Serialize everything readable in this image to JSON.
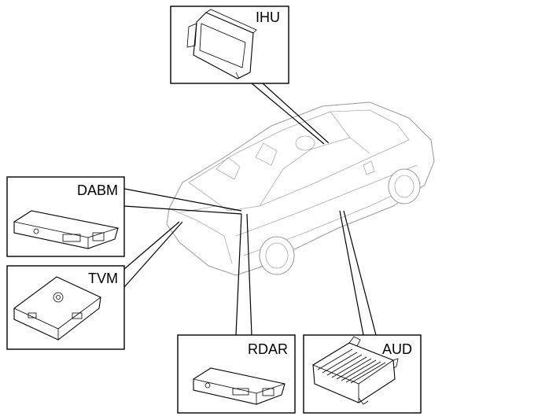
{
  "callouts": {
    "ihu": {
      "label": "IHU"
    },
    "dabm": {
      "label": "DABM"
    },
    "tvm": {
      "label": "TVM"
    },
    "rdar": {
      "label": "RDAR"
    },
    "aud": {
      "label": "AUD"
    }
  },
  "colors": {
    "line": "#000000",
    "car_outline": "#999999",
    "background": "#ffffff"
  }
}
